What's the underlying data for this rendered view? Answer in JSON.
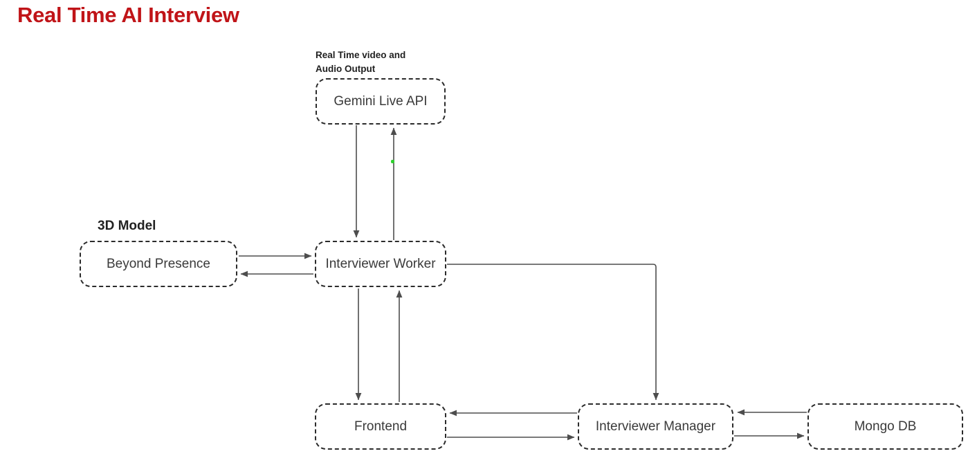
{
  "title": "Real Time AI Interview",
  "captions": {
    "gemini_output": [
      "Real Time video and",
      "Audio Output"
    ],
    "beyond_model": "3D Model"
  },
  "nodes": {
    "gemini": {
      "label": "Gemini Live API"
    },
    "beyond": {
      "label": "Beyond Presence"
    },
    "worker": {
      "label": "Interviewer Worker"
    },
    "frontend": {
      "label": "Frontend"
    },
    "manager": {
      "label": "Interviewer Manager"
    },
    "mongo": {
      "label": "Mongo DB"
    }
  },
  "edges": [
    {
      "from": "Gemini Live API",
      "to": "Interviewer Worker"
    },
    {
      "from": "Interviewer Worker",
      "to": "Gemini Live API"
    },
    {
      "from": "Beyond Presence",
      "to": "Interviewer Worker"
    },
    {
      "from": "Interviewer Worker",
      "to": "Beyond Presence"
    },
    {
      "from": "Interviewer Worker",
      "to": "Frontend"
    },
    {
      "from": "Frontend",
      "to": "Interviewer Worker"
    },
    {
      "from": "Interviewer Worker",
      "to": "Interviewer Manager"
    },
    {
      "from": "Interviewer Manager",
      "to": "Frontend"
    },
    {
      "from": "Frontend",
      "to": "Interviewer Manager"
    },
    {
      "from": "Mongo DB",
      "to": "Interviewer Manager"
    },
    {
      "from": "Interviewer Manager",
      "to": "Mongo DB"
    }
  ],
  "colors": {
    "title": "#c01418",
    "border": "#2b2b2b",
    "arrow": "#4d4d4d",
    "caption": "#1f1f1f",
    "node_text": "#3a3a3a",
    "dot": "#2fd12f",
    "background": "#ffffff"
  }
}
